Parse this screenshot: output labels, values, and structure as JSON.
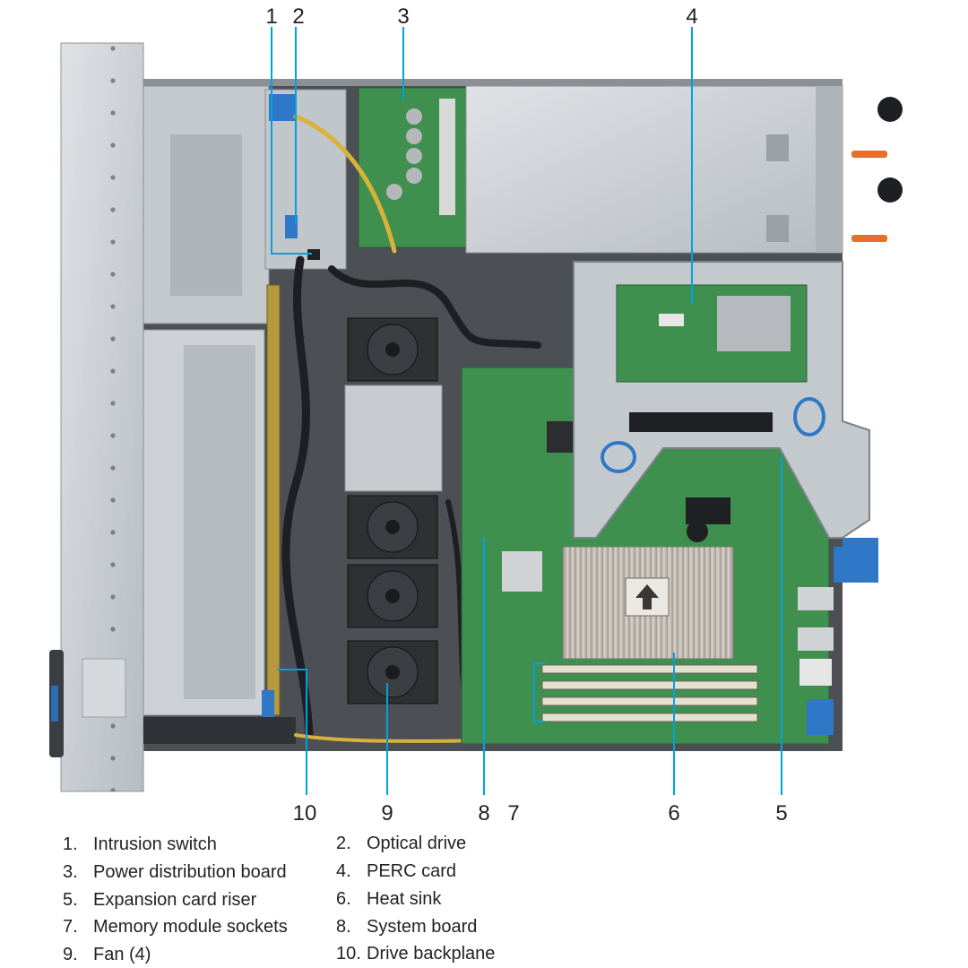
{
  "diagram": {
    "callouts": [
      {
        "id": "1"
      },
      {
        "id": "2"
      },
      {
        "id": "3"
      },
      {
        "id": "4"
      },
      {
        "id": "5"
      },
      {
        "id": "6"
      },
      {
        "id": "7"
      },
      {
        "id": "8"
      },
      {
        "id": "9"
      },
      {
        "id": "10"
      }
    ],
    "callout_color": "#00a3e0",
    "chassis_color": "#c7cbcf",
    "board_color": "#3f8f4f"
  },
  "legend": [
    {
      "num": "1.",
      "label": "Intrusion switch"
    },
    {
      "num": "2.",
      "label": "Optical drive"
    },
    {
      "num": "3.",
      "label": "Power distribution board"
    },
    {
      "num": "4.",
      "label": "PERC card"
    },
    {
      "num": "5.",
      "label": "Expansion card riser"
    },
    {
      "num": "6.",
      "label": "Heat sink"
    },
    {
      "num": "7.",
      "label": "Memory module sockets"
    },
    {
      "num": "8.",
      "label": "System board"
    },
    {
      "num": "9.",
      "label": "Fan (4)"
    },
    {
      "num": "10.",
      "label": "Drive backplane"
    }
  ]
}
